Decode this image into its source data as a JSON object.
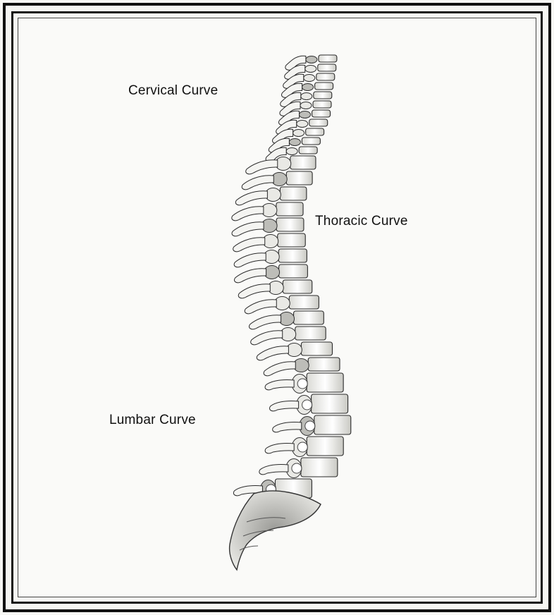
{
  "figure": {
    "subject": "spine-side-view",
    "labels": {
      "cervical": "Cervical Curve",
      "thoracic": "Thoracic Curve",
      "lumbar": "Lumbar Curve"
    }
  }
}
